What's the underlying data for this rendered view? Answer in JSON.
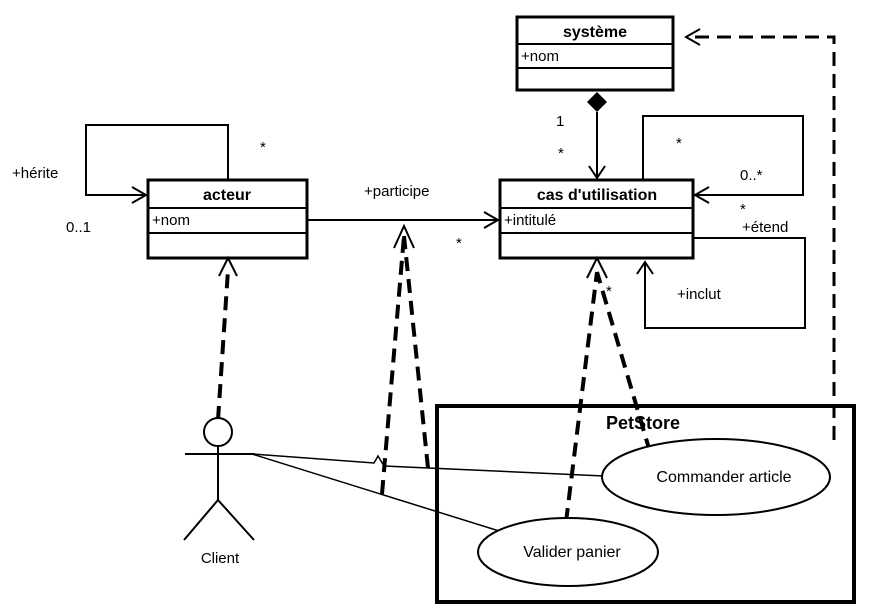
{
  "classes": {
    "systeme": {
      "name": "système",
      "attribute": "+nom"
    },
    "acteur": {
      "name": "acteur",
      "attribute": "+nom"
    },
    "cas_utilisation": {
      "name": "cas d'utilisation",
      "attribute": "+intitulé"
    }
  },
  "associations": {
    "herite": {
      "label": "+hérite",
      "mult_star": "*",
      "mult_range": "0..1"
    },
    "participe": {
      "label": "+participe",
      "mult_star": "*"
    },
    "composition": {
      "mult_one": "1",
      "mult_star": "*"
    },
    "self_cas": {
      "mult_star": "*",
      "mult_range": "0..*",
      "mult_star2": "*"
    },
    "etend": {
      "label": "+étend"
    },
    "inclut": {
      "label": "+inclut",
      "mult_star": "*"
    }
  },
  "actor": {
    "name": "Client"
  },
  "system_boundary": {
    "title": "PetStore",
    "use_cases": [
      "Commander article",
      "Valider panier"
    ]
  }
}
